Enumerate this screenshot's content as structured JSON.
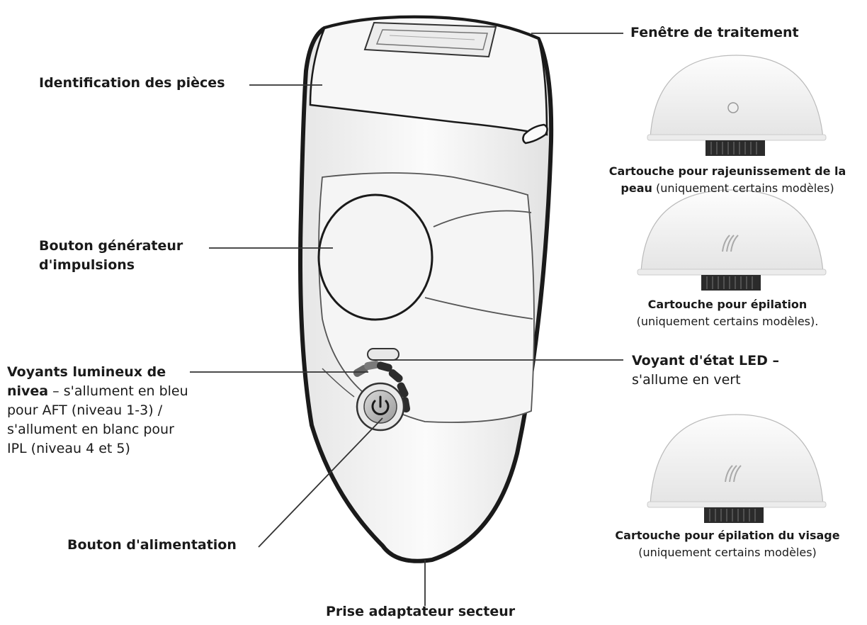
{
  "labels": {
    "treatment_window": "Fenêtre de traitement",
    "parts_id": "Identification des pièces",
    "pulse_button_line1": "Bouton générateur",
    "pulse_button_line2": "d'impulsions",
    "level_lights_bold_1": "Voyants lumineux de",
    "level_lights_bold_2": "nivea",
    "level_lights_rest_2": " – s'allument en bleu",
    "level_lights_line3": "pour AFT (niveau 1-3) /",
    "level_lights_line4": "s'allument en blanc pour",
    "level_lights_line5": "IPL (niveau 4 et 5)",
    "led_status_bold": "Voyant d'état LED –",
    "led_status_line2": "s'allume en vert",
    "power_button": "Bouton d'alimentation",
    "power_adapter": "Prise adaptateur secteur"
  },
  "cartridges": [
    {
      "bold_1": "Cartouche pour rajeunissement de la",
      "bold_2": "peau",
      "rest_2": " (uniquement certains modèles)",
      "icon": "skin-rejuvenation-icon"
    },
    {
      "bold_1": "Cartouche pour épilation",
      "line_2": "(uniquement certains modèles).",
      "icon": "hair-removal-icon"
    },
    {
      "bold_1": "Cartouche pour épilation du visage",
      "line_2": "(uniquement certains modèles)",
      "icon": "facial-hair-removal-icon"
    }
  ],
  "colors": {
    "outline": "#1a1a1a",
    "body_fill": "#f2f2f2",
    "leader_line": "#333333"
  }
}
